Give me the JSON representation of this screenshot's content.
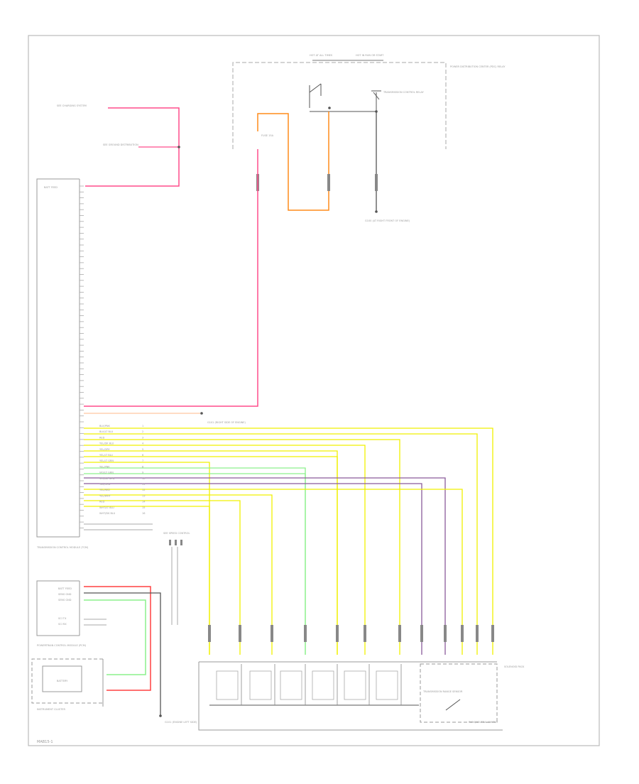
{
  "footer_code": "MAB15-1",
  "colors": {
    "frame": "#bbbbbb",
    "wire_black": "#555555",
    "wire_pink": "#ff4d8c",
    "wire_orange": "#ff8c1a",
    "wire_yellow": "#f0f000",
    "wire_green": "#8cf08c",
    "wire_violet": "#8a5a9a",
    "wire_red": "#ff4040",
    "wire_gray": "#9a9a9a",
    "text": "#9a9a9a"
  },
  "labels": {
    "fuse_top_left": "HOT AT ALL TIMES",
    "fuse_top_right": "HOT IN RUN OR START",
    "pdc_side": "POWER DISTRIBUTION CENTER (PDC) RELAY",
    "relay_label": "TRANSMISSION CONTROL RELAY",
    "fuse_small": "FUSE 15A",
    "ground_pdc": "G100 (AT RIGHT FRONT OF ENGINE)",
    "top_left_note": "SEE CHARGING SYSTEM",
    "splice_note": "SEE GROUND DISTRIBUTION",
    "ground_mid": "G101 (RIGHT SIDE OF ENGINE)",
    "ground_bottom": "G101 (ENGINE LEFT SIDE)",
    "connector_note": "SEE SPEED CONTROL",
    "tcm_title": "TRANSMISSION CONTROL MODULE (TCM)",
    "tcm_pin1_label": "BATT FEED",
    "tcm_lower_1": "BATT FEED",
    "tcm_lower_2": "SENS GND",
    "tcm_lower_3": "SENS GND",
    "tcm_lower_4": "SCI TX",
    "tcm_lower_5": "SCI RX",
    "lower_module_title": "POWERTRAIN CONTROL MODULE (PCM)",
    "battery_label": "BATTERY",
    "right_module_title": "SOLENOID PACK",
    "pressure_switch": "TRANSMISSION RANGE SENSOR",
    "bottom_switch": "PARK/NEUTRAL SWITCH",
    "lower_left_module": "INSTRUMENT CLUSTER"
  },
  "wire_rows": [
    {
      "pin": "1",
      "color": "BLK/PNK"
    },
    {
      "pin": "2",
      "color": "BLK/LT BLU"
    },
    {
      "pin": "3",
      "color": "RED"
    },
    {
      "pin": "4",
      "color": "YEL/DK BLU"
    },
    {
      "pin": "5",
      "color": "YEL/GRY"
    },
    {
      "pin": "6",
      "color": "YEL/LT BLU"
    },
    {
      "pin": "7",
      "color": "YEL/LT GRN"
    },
    {
      "pin": "8",
      "color": "YEL/PNK"
    },
    {
      "pin": "9",
      "color": "VIO/LT GRN"
    },
    {
      "pin": "10",
      "color": "VIO/DK GRN"
    },
    {
      "pin": "11",
      "color": "YEL/ORG"
    },
    {
      "pin": "12",
      "color": "YEL/RED"
    },
    {
      "pin": "13",
      "color": "YEL/WHT"
    },
    {
      "pin": "14",
      "color": "RED"
    },
    {
      "pin": "15",
      "color": "WHT/LT BLU"
    },
    {
      "pin": "16",
      "color": "WHT/DK BLU"
    }
  ]
}
